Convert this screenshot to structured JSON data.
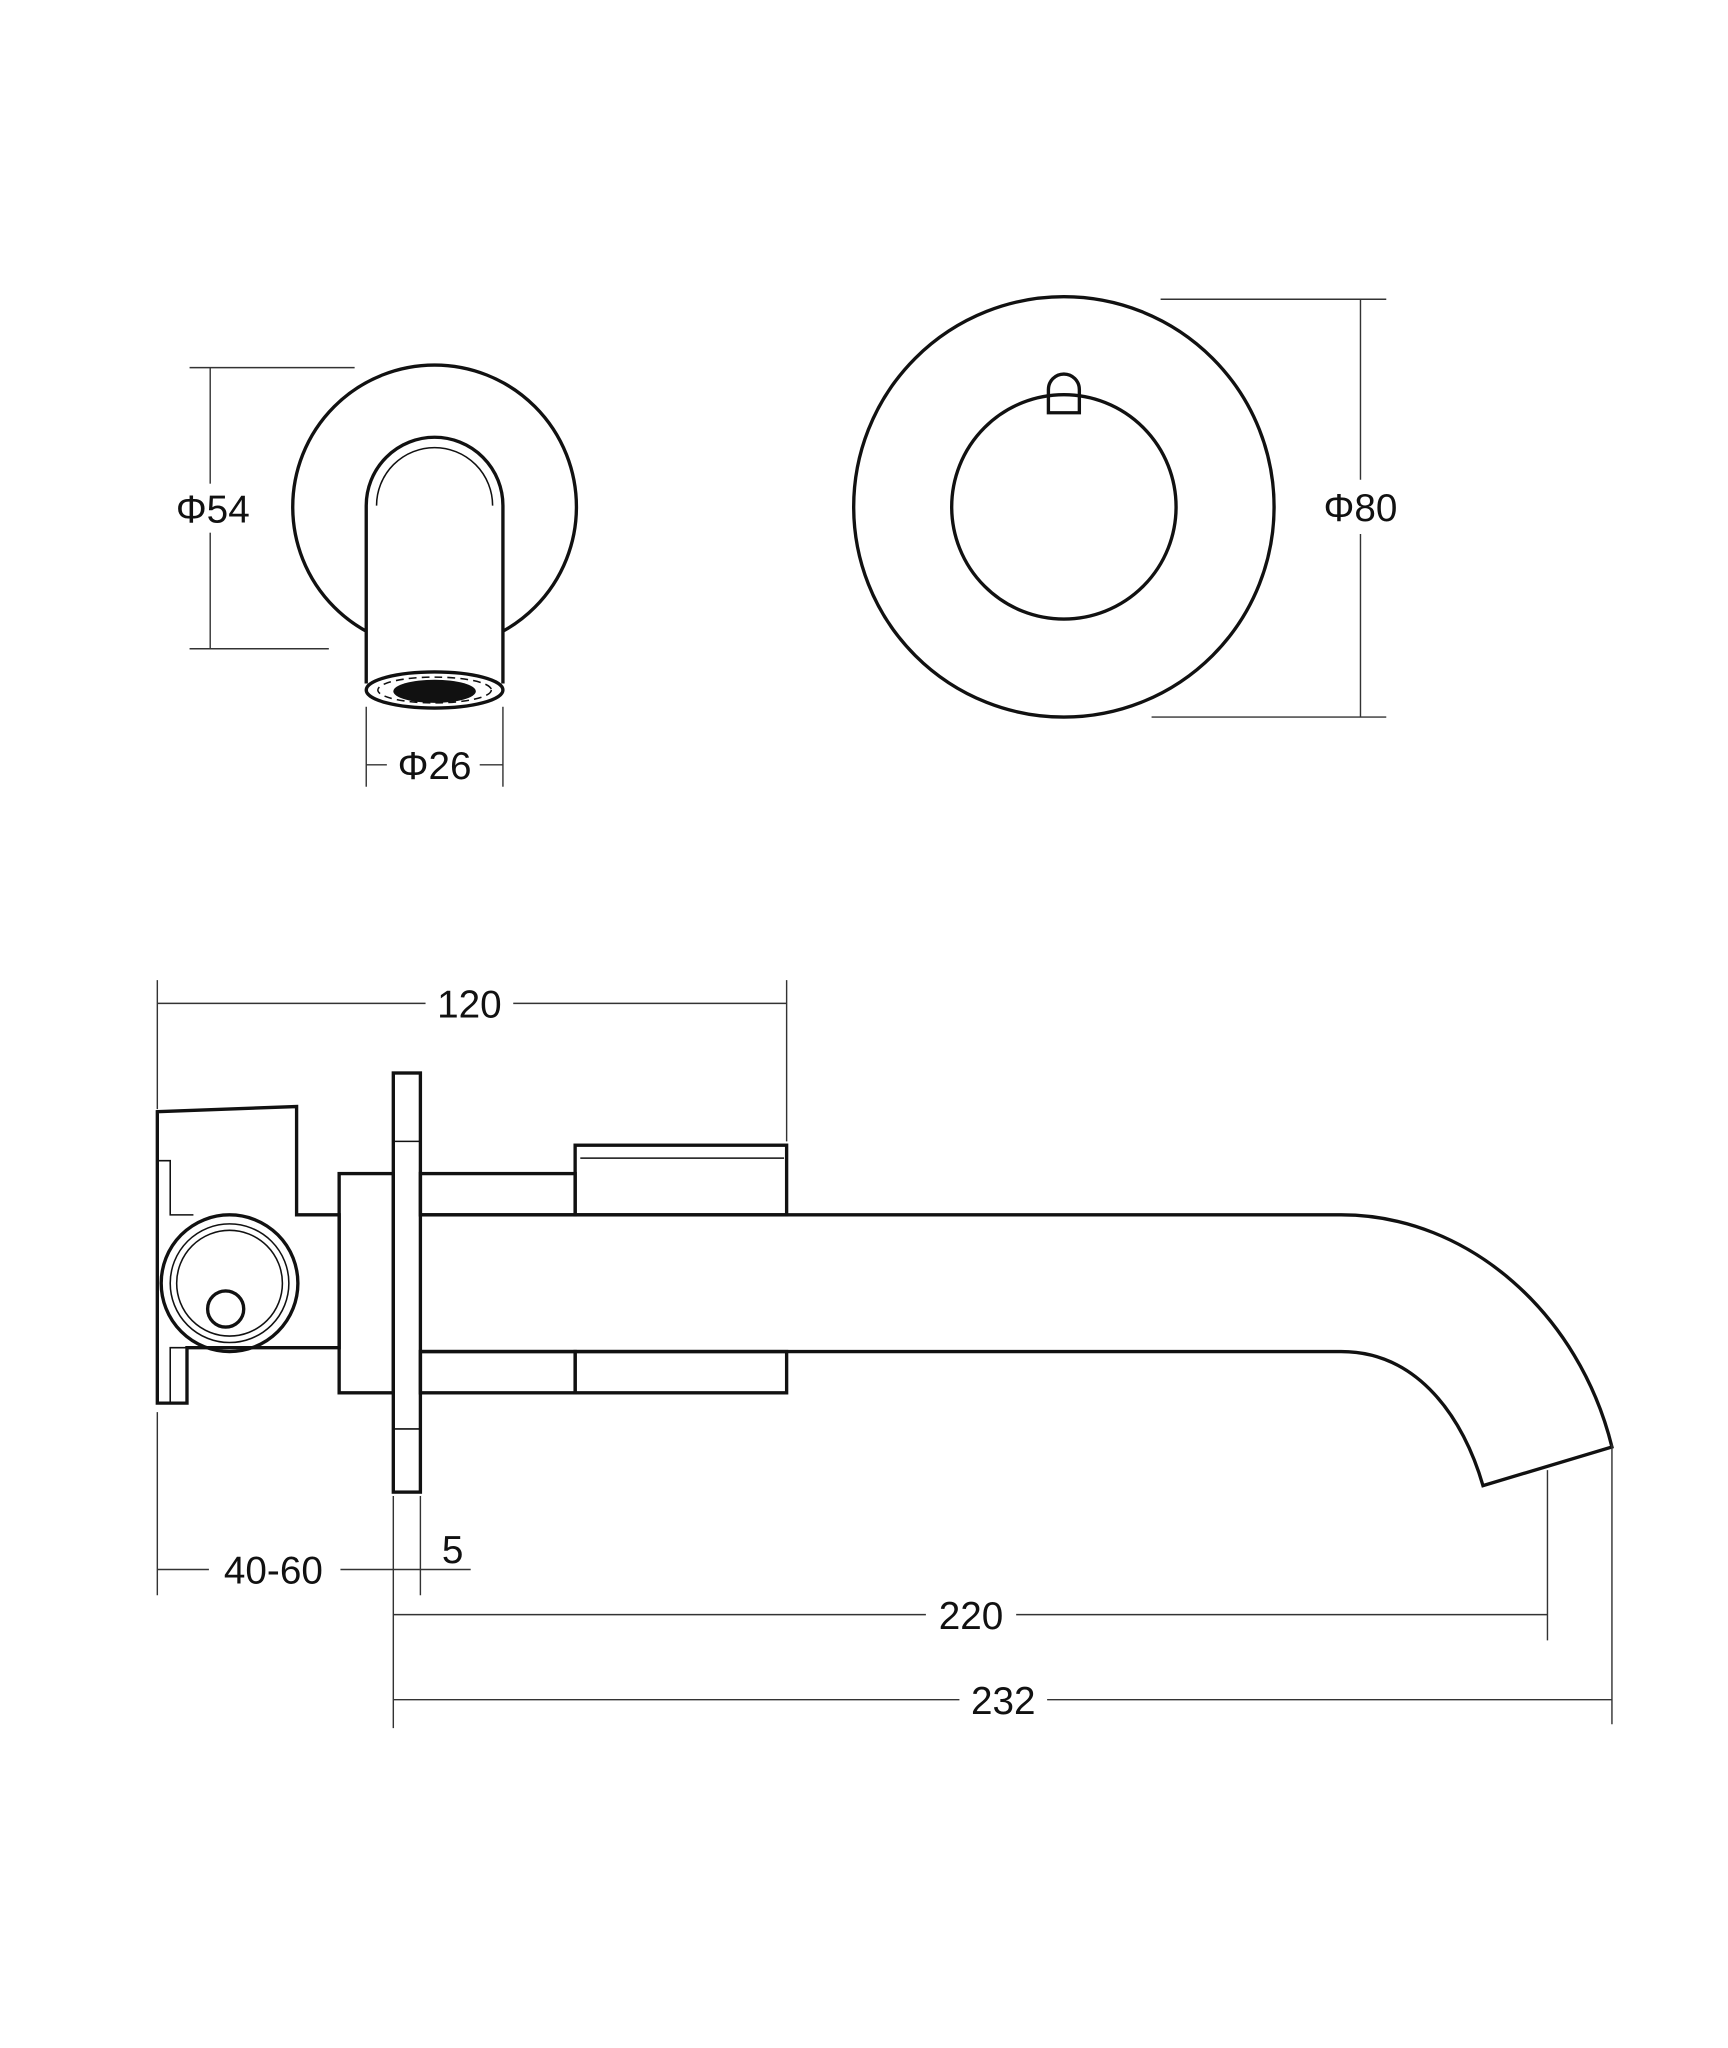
{
  "title": "Wall-mounted basin spout technical drawing",
  "dimensions": {
    "spout_rosette_diameter": "Φ54",
    "spout_outlet_diameter": "Φ26",
    "handle_plate_diameter": "Φ80",
    "body_depth": "120",
    "wall_depth": "40-60",
    "plate_thickness": "5",
    "spout_reach": "220",
    "overall_reach": "232"
  },
  "colors": {
    "line": "#111111",
    "background": "#ffffff"
  }
}
